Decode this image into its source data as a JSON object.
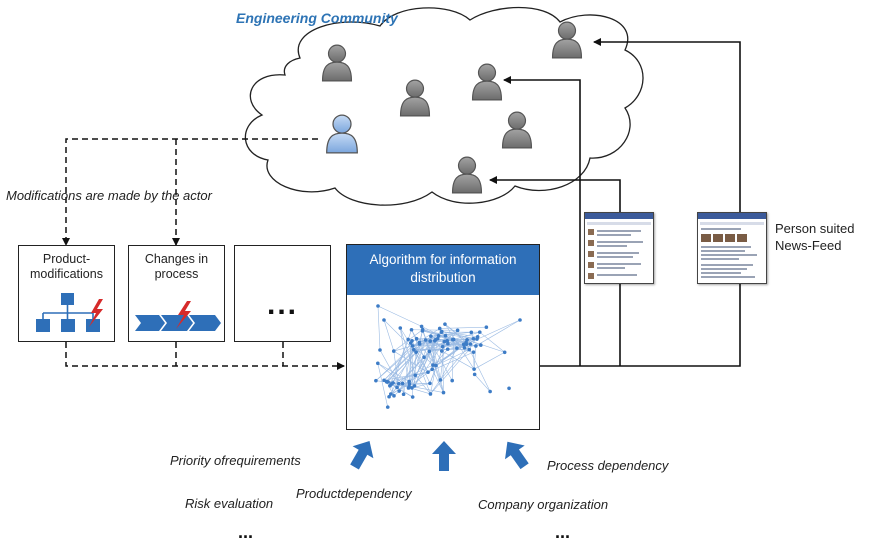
{
  "community": {
    "title": "Engineering Community"
  },
  "labels": {
    "modifications": "Modifications are made by the actor",
    "person_suited": [
      "Person suited",
      "News-Feed"
    ]
  },
  "boxes": {
    "product": [
      "Product-",
      "modifications"
    ],
    "process": [
      "Changes in",
      "process"
    ],
    "more": "..."
  },
  "algorithm": {
    "title": [
      "Algorithm for information",
      "distribution"
    ]
  },
  "inputs": {
    "priority": "Priority ofrequirements",
    "risk": "Risk evaluation",
    "product_dependency": "Productdependency",
    "process_dependency": "Process dependency",
    "company": "Company organization",
    "more_left": "...",
    "more_right": "..."
  },
  "colors": {
    "accent": "#2e6fb8",
    "highlight_person": "#8fb4e3",
    "person": "#8a8a8a",
    "graph": "#3d7cc6",
    "arrow_blue": "#2e6fb8",
    "flash_red": "#d62a2a"
  },
  "icons": [
    "cloud-icon",
    "person-icon",
    "org-chart-icon",
    "process-chevron-icon",
    "lightning-icon",
    "network-graph-icon",
    "newsfeed-screenshot-icon",
    "block-arrow-icon"
  ]
}
